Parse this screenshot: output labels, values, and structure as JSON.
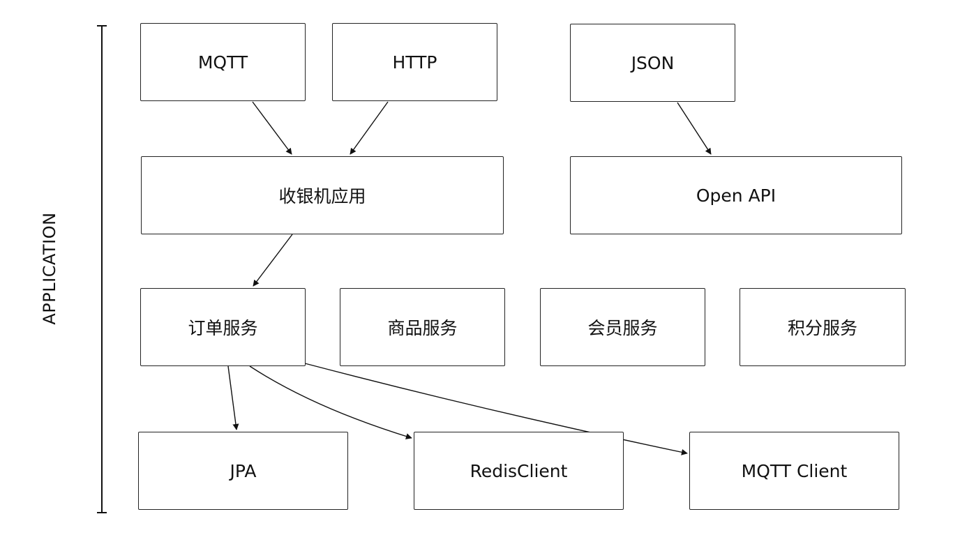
{
  "layer_label": "APPLICATION",
  "protocols": {
    "mqtt": "MQTT",
    "http": "HTTP",
    "json": "JSON"
  },
  "apps": {
    "cashier": "收银机应用",
    "open_api": "Open API"
  },
  "services": {
    "order": "订单服务",
    "product": "商品服务",
    "member": "会员服务",
    "points": "积分服务"
  },
  "clients": {
    "jpa": "JPA",
    "redis": "RedisClient",
    "mqtt_client": "MQTT Client"
  },
  "edges": [
    {
      "from": "MQTT",
      "to": "收银机应用"
    },
    {
      "from": "HTTP",
      "to": "收银机应用"
    },
    {
      "from": "JSON",
      "to": "Open API"
    },
    {
      "from": "收银机应用",
      "to": "订单服务"
    },
    {
      "from": "订单服务",
      "to": "JPA"
    },
    {
      "from": "订单服务",
      "to": "RedisClient"
    },
    {
      "from": "订单服务",
      "to": "MQTT Client"
    }
  ]
}
